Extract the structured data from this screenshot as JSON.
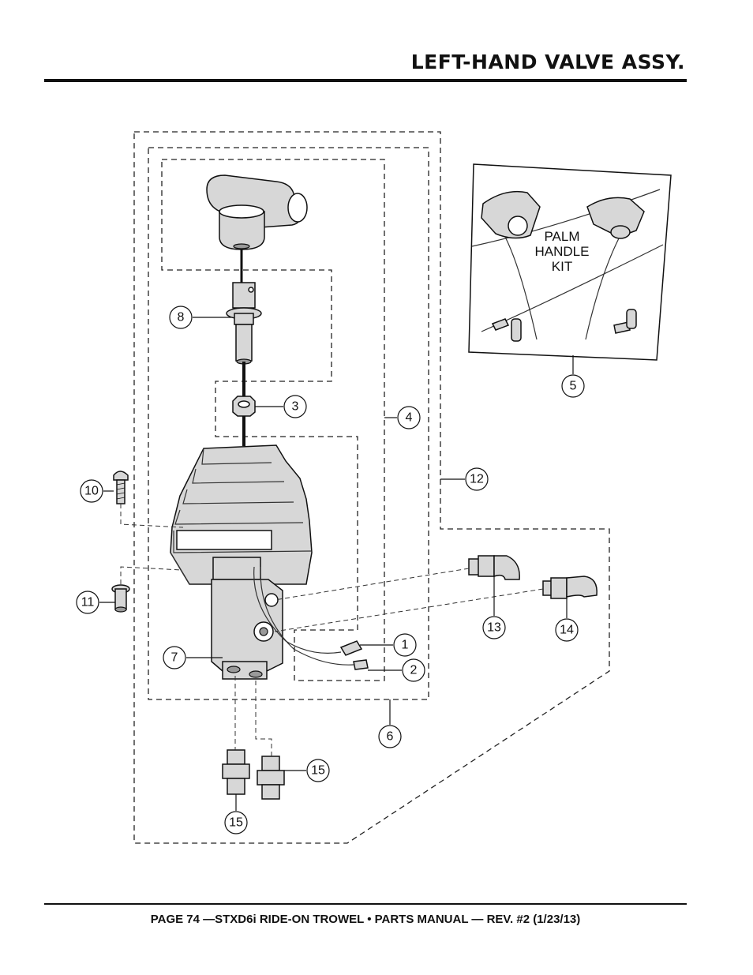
{
  "header": {
    "title": "LEFT-HAND VALVE ASSY."
  },
  "footer": {
    "text": "PAGE 74 —STXD6i RIDE-ON TROWEL • PARTS MANUAL — REV. #2 (1/23/13)"
  },
  "kit": {
    "line1": "PALM",
    "line2": "HANDLE",
    "line3": "KIT"
  },
  "callouts": [
    "1",
    "2",
    "3",
    "4",
    "5",
    "6",
    "7",
    "8",
    "10",
    "11",
    "12",
    "13",
    "14",
    "15",
    "15"
  ]
}
